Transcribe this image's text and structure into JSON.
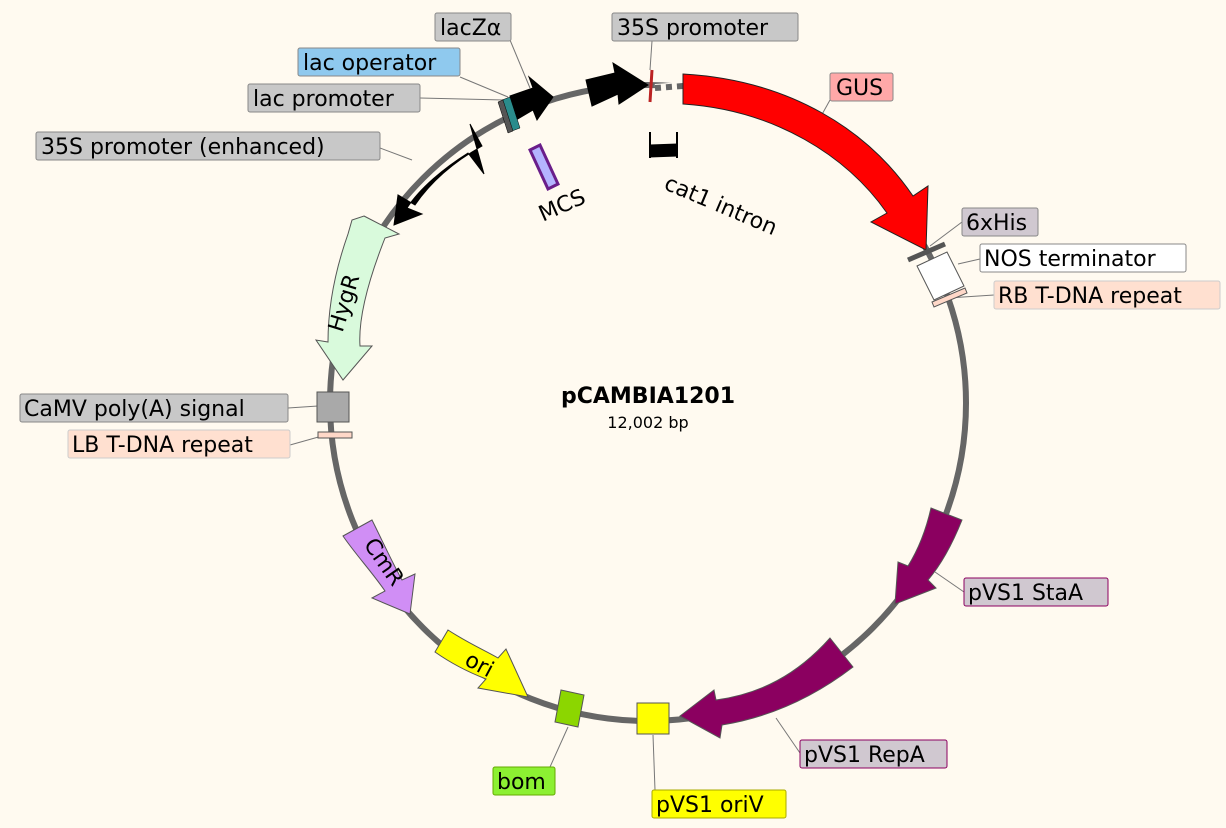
{
  "plasmid": {
    "name": "pCAMBIA1201",
    "size": "12,002 bp"
  },
  "colors": {
    "background": "#fffaf0",
    "backbone": "#666666",
    "promoter": "#000000",
    "gus": "#ff0000",
    "hygr": "#d9fadc",
    "cmr": "#d08ef5",
    "ori": "#ffff00",
    "bom": "#8cd600",
    "pvs1": "#8b0060",
    "polya": "#a9a9a9",
    "tdna_repeat": "#ffd8c8",
    "mcs": "#b4b4ff",
    "lac_operator": "#8fc9ee"
  },
  "labels": {
    "lacz_alpha": "lacZα",
    "promoter_35s": "35S promoter",
    "lac_operator": "lac operator",
    "lac_promoter": "lac promoter",
    "promoter_35s_enhanced": "35S promoter (enhanced)",
    "gus": "GUS",
    "his6": "6xHis",
    "nos_terminator": "NOS terminator",
    "rb_repeat": "RB T-DNA repeat",
    "camv_polya": "CaMV poly(A) signal",
    "lb_repeat": "LB T-DNA repeat",
    "pvs1_staa": "pVS1 StaA",
    "pvs1_repa": "pVS1 RepA",
    "pvs1_oriv": "pVS1 oriV",
    "bom": "bom",
    "mcs": "MCS",
    "cat1_intron": "cat1 intron",
    "hygr": "HygR",
    "cmr": "CmR",
    "ori": "ori"
  }
}
